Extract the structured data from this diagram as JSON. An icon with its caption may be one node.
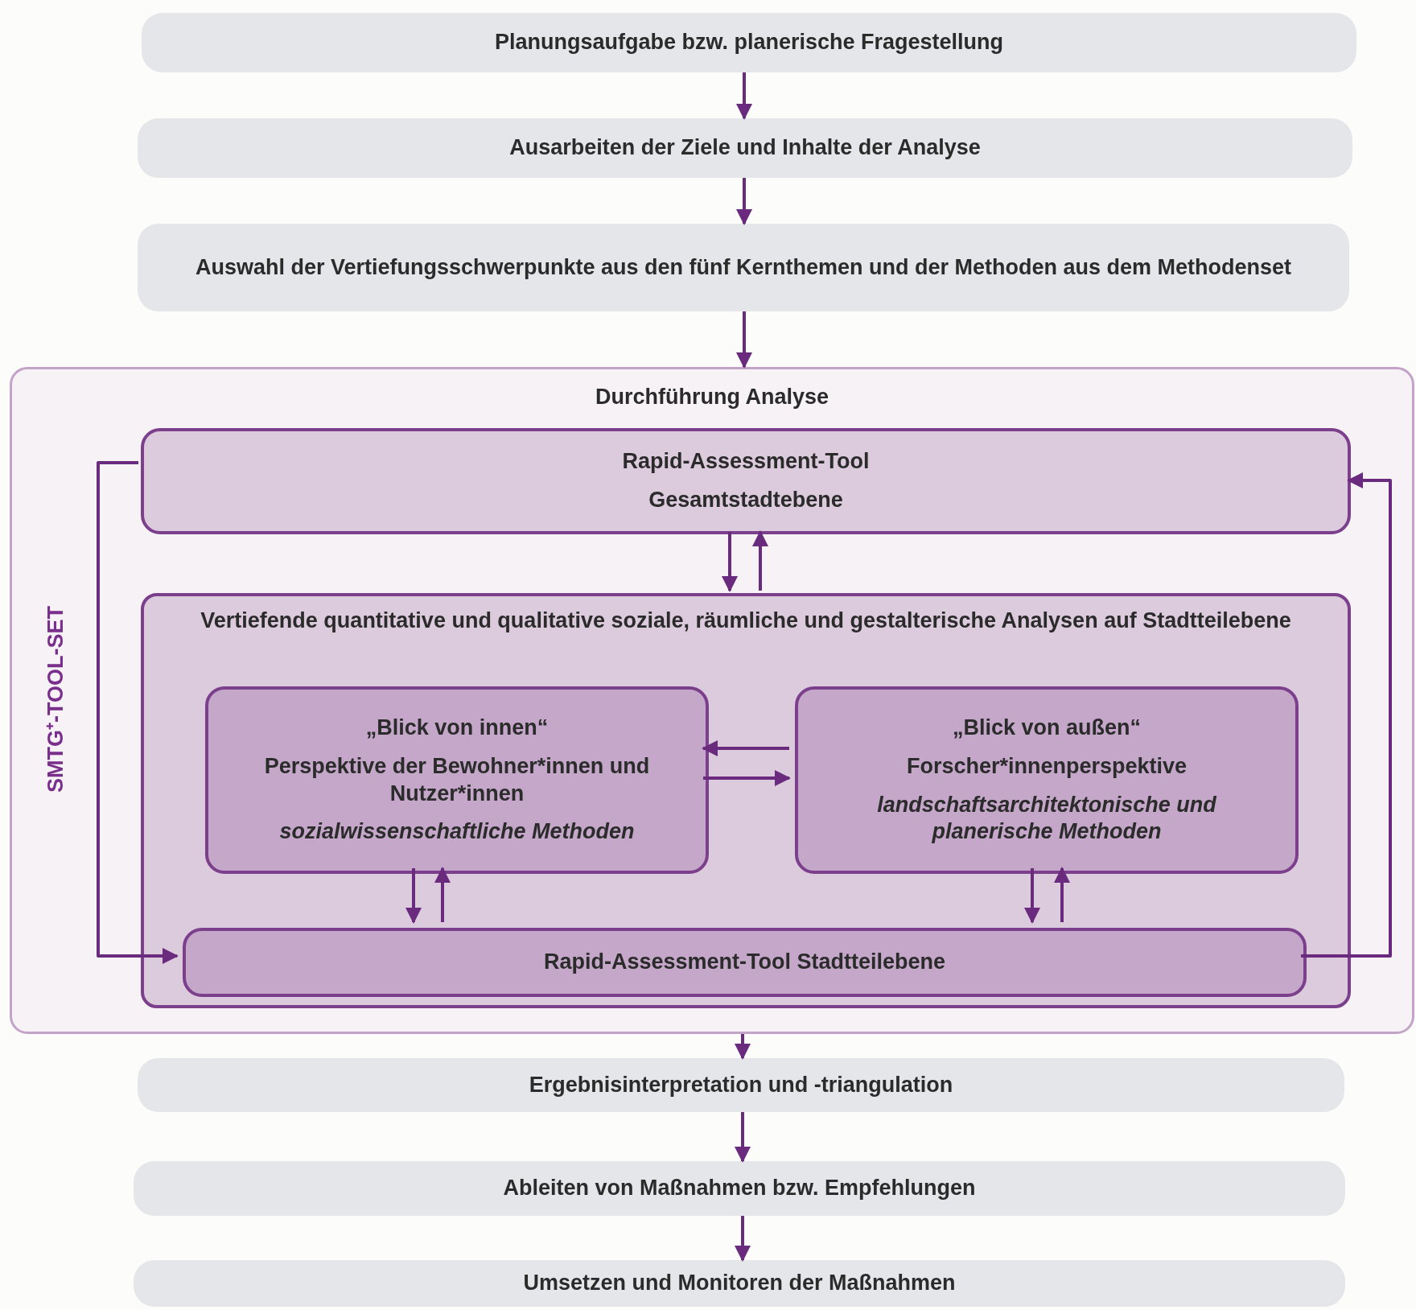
{
  "diagram": {
    "nodes": [
      {
        "text": [
          "Planungsaufgabe bzw. planerische Fragestellung"
        ]
      },
      {
        "text": [
          "Ausarbeiten der Ziele und Inhalte der Analyse"
        ]
      },
      {
        "text": [
          "Auswahl der Vertiefungsschwerpunkte aus den fünf Kernthemen und der Methoden aus dem Methodenset"
        ]
      },
      {
        "text": [
          "Durchführung Analyse",
          "SMTG⁺-TOOL-SET"
        ]
      },
      {
        "text": [
          "Rapid-Assessment-Tool",
          "Gesamtstadtebene"
        ],
        "in": 3
      },
      {
        "text": [
          "Vertiefende quantitative und qualitative soziale, räumliche und gestalterische Analysen auf Stadtteilebene"
        ],
        "in": 3
      },
      {
        "text": [
          "„Blick von innen“",
          "Perspektive der Bewohner*innen und Nutzer*innen",
          "sozialwissenschaftliche Methoden"
        ],
        "in": 5
      },
      {
        "text": [
          "„Blick von außen“",
          "Forscher*innenperspektive",
          "landschaftsarchitektonische und planerische Methoden"
        ],
        "in": 5
      },
      {
        "text": [
          "Rapid-Assessment-Tool Stadtteilebene"
        ],
        "in": 5
      },
      {
        "text": [
          "Ergebnisinterpretation und -triangulation"
        ]
      },
      {
        "text": [
          "Ableiten von Maßnahmen bzw. Empfehlungen"
        ]
      },
      {
        "text": [
          "Umsetzen und Monitoren der Maßnahmen"
        ]
      }
    ],
    "edges": [
      {
        "from": 0,
        "to": 1,
        "arrow": "to"
      },
      {
        "from": 1,
        "to": 2,
        "arrow": "to"
      },
      {
        "from": 2,
        "to": 3,
        "arrow": "to"
      },
      {
        "from": 4,
        "to": 5,
        "arrow": "to"
      },
      {
        "from": 5,
        "to": 4,
        "arrow": "to"
      },
      {
        "from": 7,
        "to": 6,
        "arrow": "to"
      },
      {
        "from": 6,
        "to": 7,
        "arrow": "to"
      },
      {
        "from": 6,
        "to": 8,
        "arrow": "to"
      },
      {
        "from": 8,
        "to": 6,
        "arrow": "to"
      },
      {
        "from": 7,
        "to": 8,
        "arrow": "to"
      },
      {
        "from": 8,
        "to": 7,
        "arrow": "to"
      },
      {
        "from": 4,
        "to": 8,
        "arrow": "to"
      },
      {
        "from": 8,
        "to": 4,
        "arrow": "to"
      },
      {
        "from": 3,
        "to": 9,
        "arrow": "to"
      },
      {
        "from": 9,
        "to": 10,
        "arrow": "to"
      },
      {
        "from": 10,
        "to": 11,
        "arrow": "to"
      }
    ]
  }
}
